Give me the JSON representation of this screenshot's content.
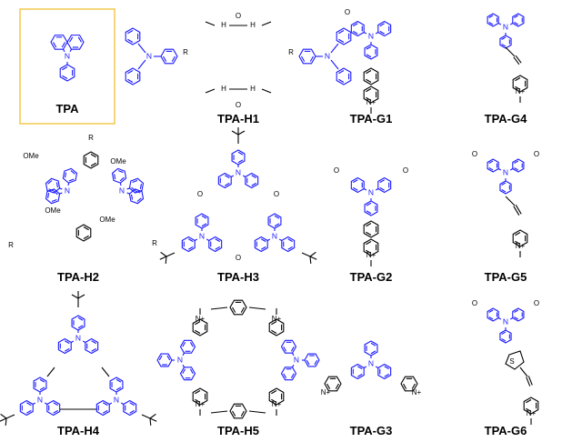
{
  "compounds": [
    {
      "id": "TPA",
      "label": "TPA"
    },
    {
      "id": "TPA-H1",
      "label": "TPA-H1"
    },
    {
      "id": "TPA-G1",
      "label": "TPA-G1"
    },
    {
      "id": "TPA-G4",
      "label": "TPA-G4"
    },
    {
      "id": "TPA-H2",
      "label": "TPA-H2"
    },
    {
      "id": "TPA-H3",
      "label": "TPA-H3"
    },
    {
      "id": "TPA-G2",
      "label": "TPA-G2"
    },
    {
      "id": "TPA-G5",
      "label": "TPA-G5"
    },
    {
      "id": "TPA-H4",
      "label": "TPA-H4"
    },
    {
      "id": "TPA-H5",
      "label": "TPA-H5"
    },
    {
      "id": "TPA-G3",
      "label": "TPA-G3"
    },
    {
      "id": "TPA-G6",
      "label": "TPA-G6"
    }
  ],
  "atoms": {
    "n": "N",
    "n_plus": "N+",
    "o": "O",
    "h": "H",
    "r": "R",
    "ome": "OMe",
    "s": "S",
    "methyl": "—"
  },
  "colors": {
    "tpa_core": "#1a1aff",
    "bonds": "#000000",
    "highlight_box": "#f2c94c",
    "background": "#ffffff"
  }
}
